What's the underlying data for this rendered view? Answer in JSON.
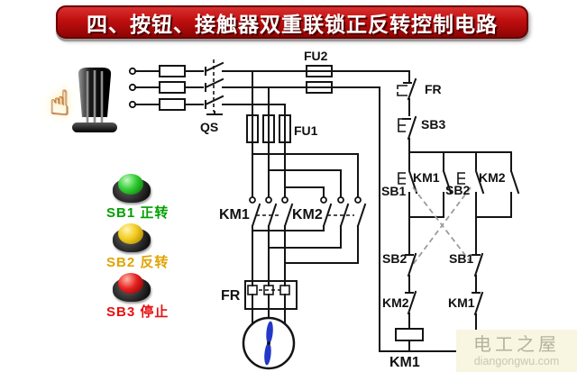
{
  "title": "四、按钮、接触器双重联锁正反转控制电路",
  "colors": {
    "banner_red": "#bf0f0f",
    "banner_border": "#6b0000",
    "wire_black": "#141414",
    "interlock_dash_gray": "#9c9c9c",
    "motor_blade_blue": "#2438c8",
    "button_green": "#30cc30",
    "button_yellow": "#f2cb1c",
    "button_red": "#e62222",
    "label_green": "#00a000",
    "label_yellow": "#e0a400",
    "label_red": "#e81010",
    "watermark_bg": "#f8f5e0",
    "watermark_text": "#b5b29b"
  },
  "legend_panel": {
    "buttons": [
      {
        "code": "SB1",
        "action": "正转",
        "label": "SB1 正转",
        "color_name": "green"
      },
      {
        "code": "SB2",
        "action": "反转",
        "label": "SB2 反转",
        "color_name": "yellow"
      },
      {
        "code": "SB3",
        "action": "停止",
        "label": "SB3 停止",
        "color_name": "red"
      }
    ]
  },
  "diagram_labels": {
    "qs": "QS",
    "fu2": "FU2",
    "fu1": "FU1",
    "fr_contact": "FR",
    "sb3": "SB3",
    "sb1_no": "SB1",
    "km1_aux": "KM1",
    "sb2_no": "SB2",
    "km2_aux": "KM2",
    "km1_main": "KM1",
    "km2_main": "KM2",
    "sb2_nc": "SB2",
    "sb1_nc": "SB1",
    "km2_nc": "KM2",
    "km1_nc": "KM1",
    "fr_heater": "FR",
    "km1_coil": "KM1"
  },
  "watermark": {
    "site_name": "电工之屋",
    "domain": "diangongwu.com"
  }
}
